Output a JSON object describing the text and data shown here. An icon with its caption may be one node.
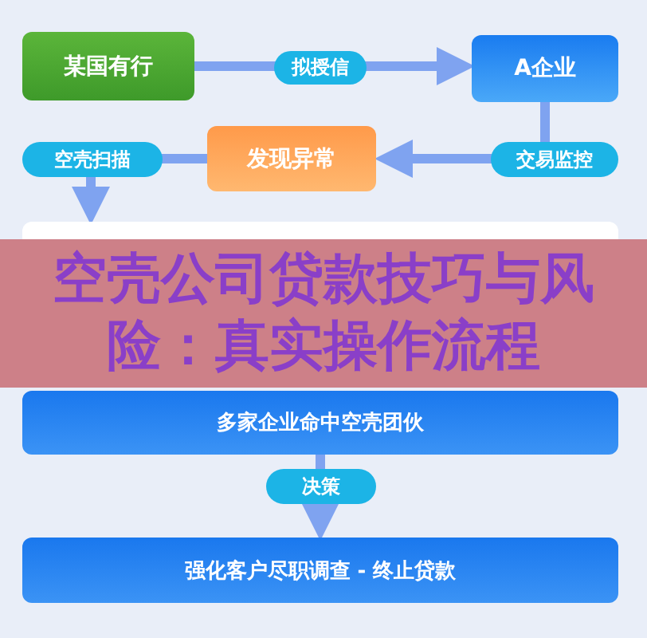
{
  "diagram": {
    "title": "空壳公司贷款技巧与风险：真实操作流程",
    "nodes": [
      {
        "text": [
          "某国有行"
        ]
      },
      {
        "text": [
          "A企业"
        ]
      },
      {
        "text": [
          "发现异常"
        ]
      },
      {
        "text": [],
        "shape": "box"
      },
      {
        "text": [
          "多家企业命中空壳团伙"
        ]
      },
      {
        "text": [
          "强化客户尽职调查 - 终止贷款"
        ]
      }
    ],
    "edges": [
      {
        "from": 0,
        "to": 1,
        "arrow": "to",
        "label": "拟授信"
      },
      {
        "from": 1,
        "to": 2,
        "arrow": "to",
        "label": "交易监控"
      },
      {
        "from": 2,
        "to": 3,
        "arrow": "to",
        "label": "空壳扫描"
      },
      {
        "from": 4,
        "to": 5,
        "arrow": "to",
        "label": "决策"
      }
    ]
  }
}
